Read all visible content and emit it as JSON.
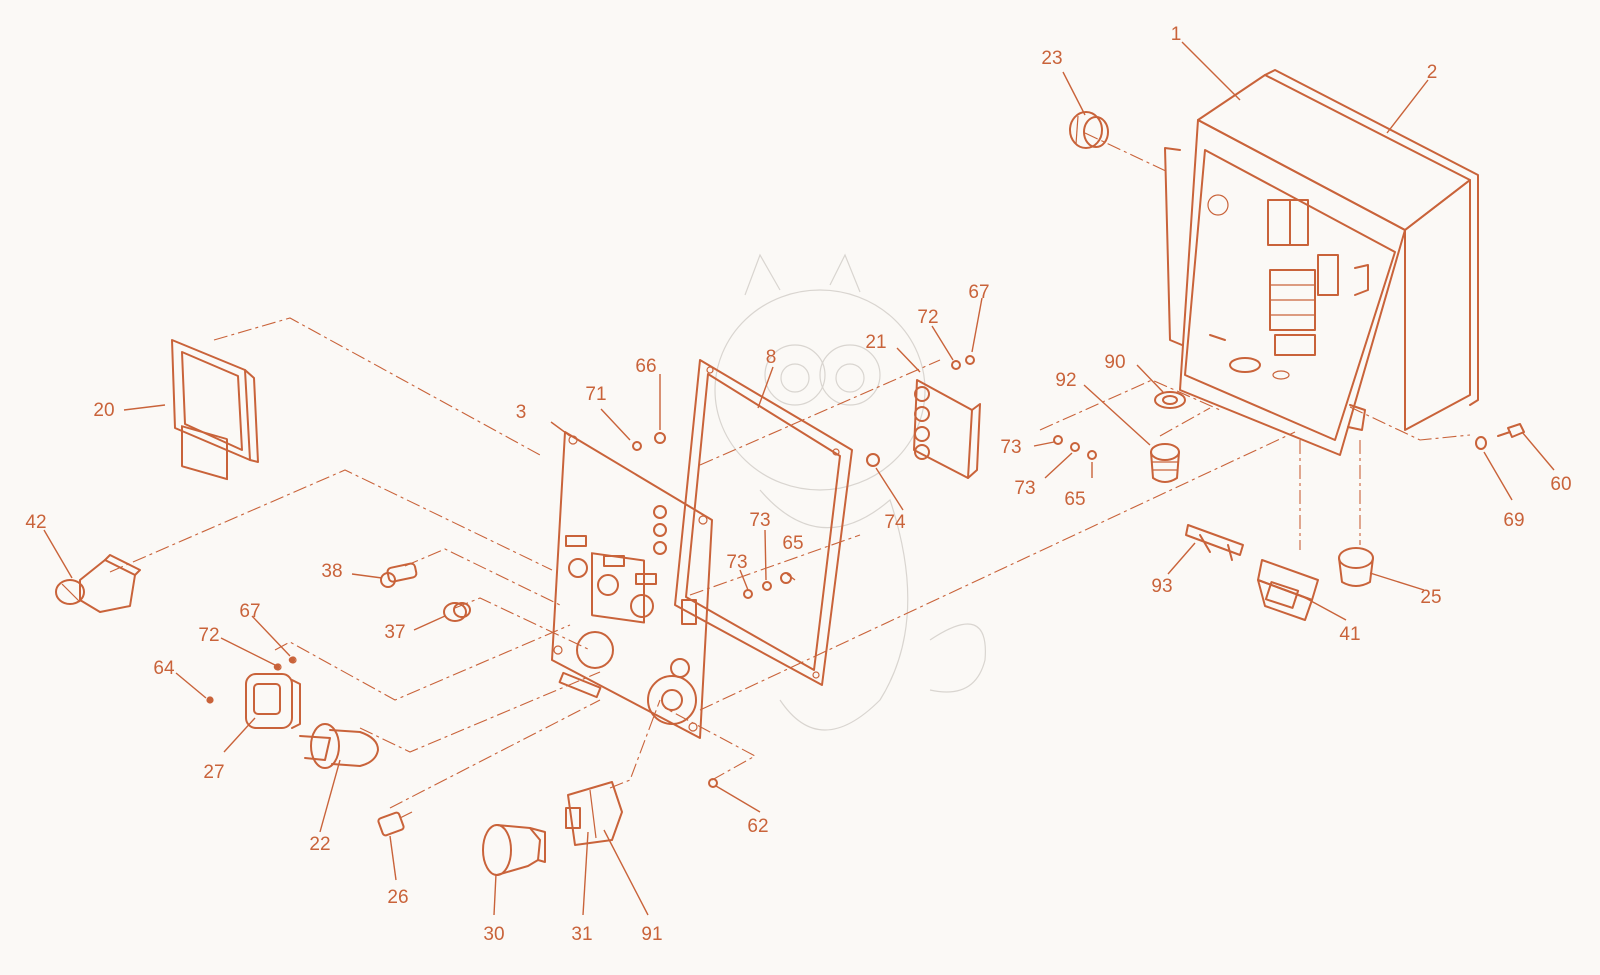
{
  "accent_color": "#c9633a",
  "background_color": "#fbf9f6",
  "callouts": {
    "c1": "1",
    "c2": "2",
    "c3": "3",
    "c8": "8",
    "c20": "20",
    "c21": "21",
    "c22": "22",
    "c23": "23",
    "c25": "25",
    "c26": "26",
    "c27": "27",
    "c30": "30",
    "c31": "31",
    "c37": "37",
    "c38": "38",
    "c41": "41",
    "c42": "42",
    "c60": "60",
    "c62": "62",
    "c64": "64",
    "c65a": "65",
    "c65b": "65",
    "c66": "66",
    "c67a": "67",
    "c67b": "67",
    "c69": "69",
    "c71": "71",
    "c72a": "72",
    "c72b": "72",
    "c73a": "73",
    "c73b": "73",
    "c73c": "73",
    "c73d": "73",
    "c74": "74",
    "c90": "90",
    "c91": "91",
    "c92": "92",
    "c93": "93"
  }
}
